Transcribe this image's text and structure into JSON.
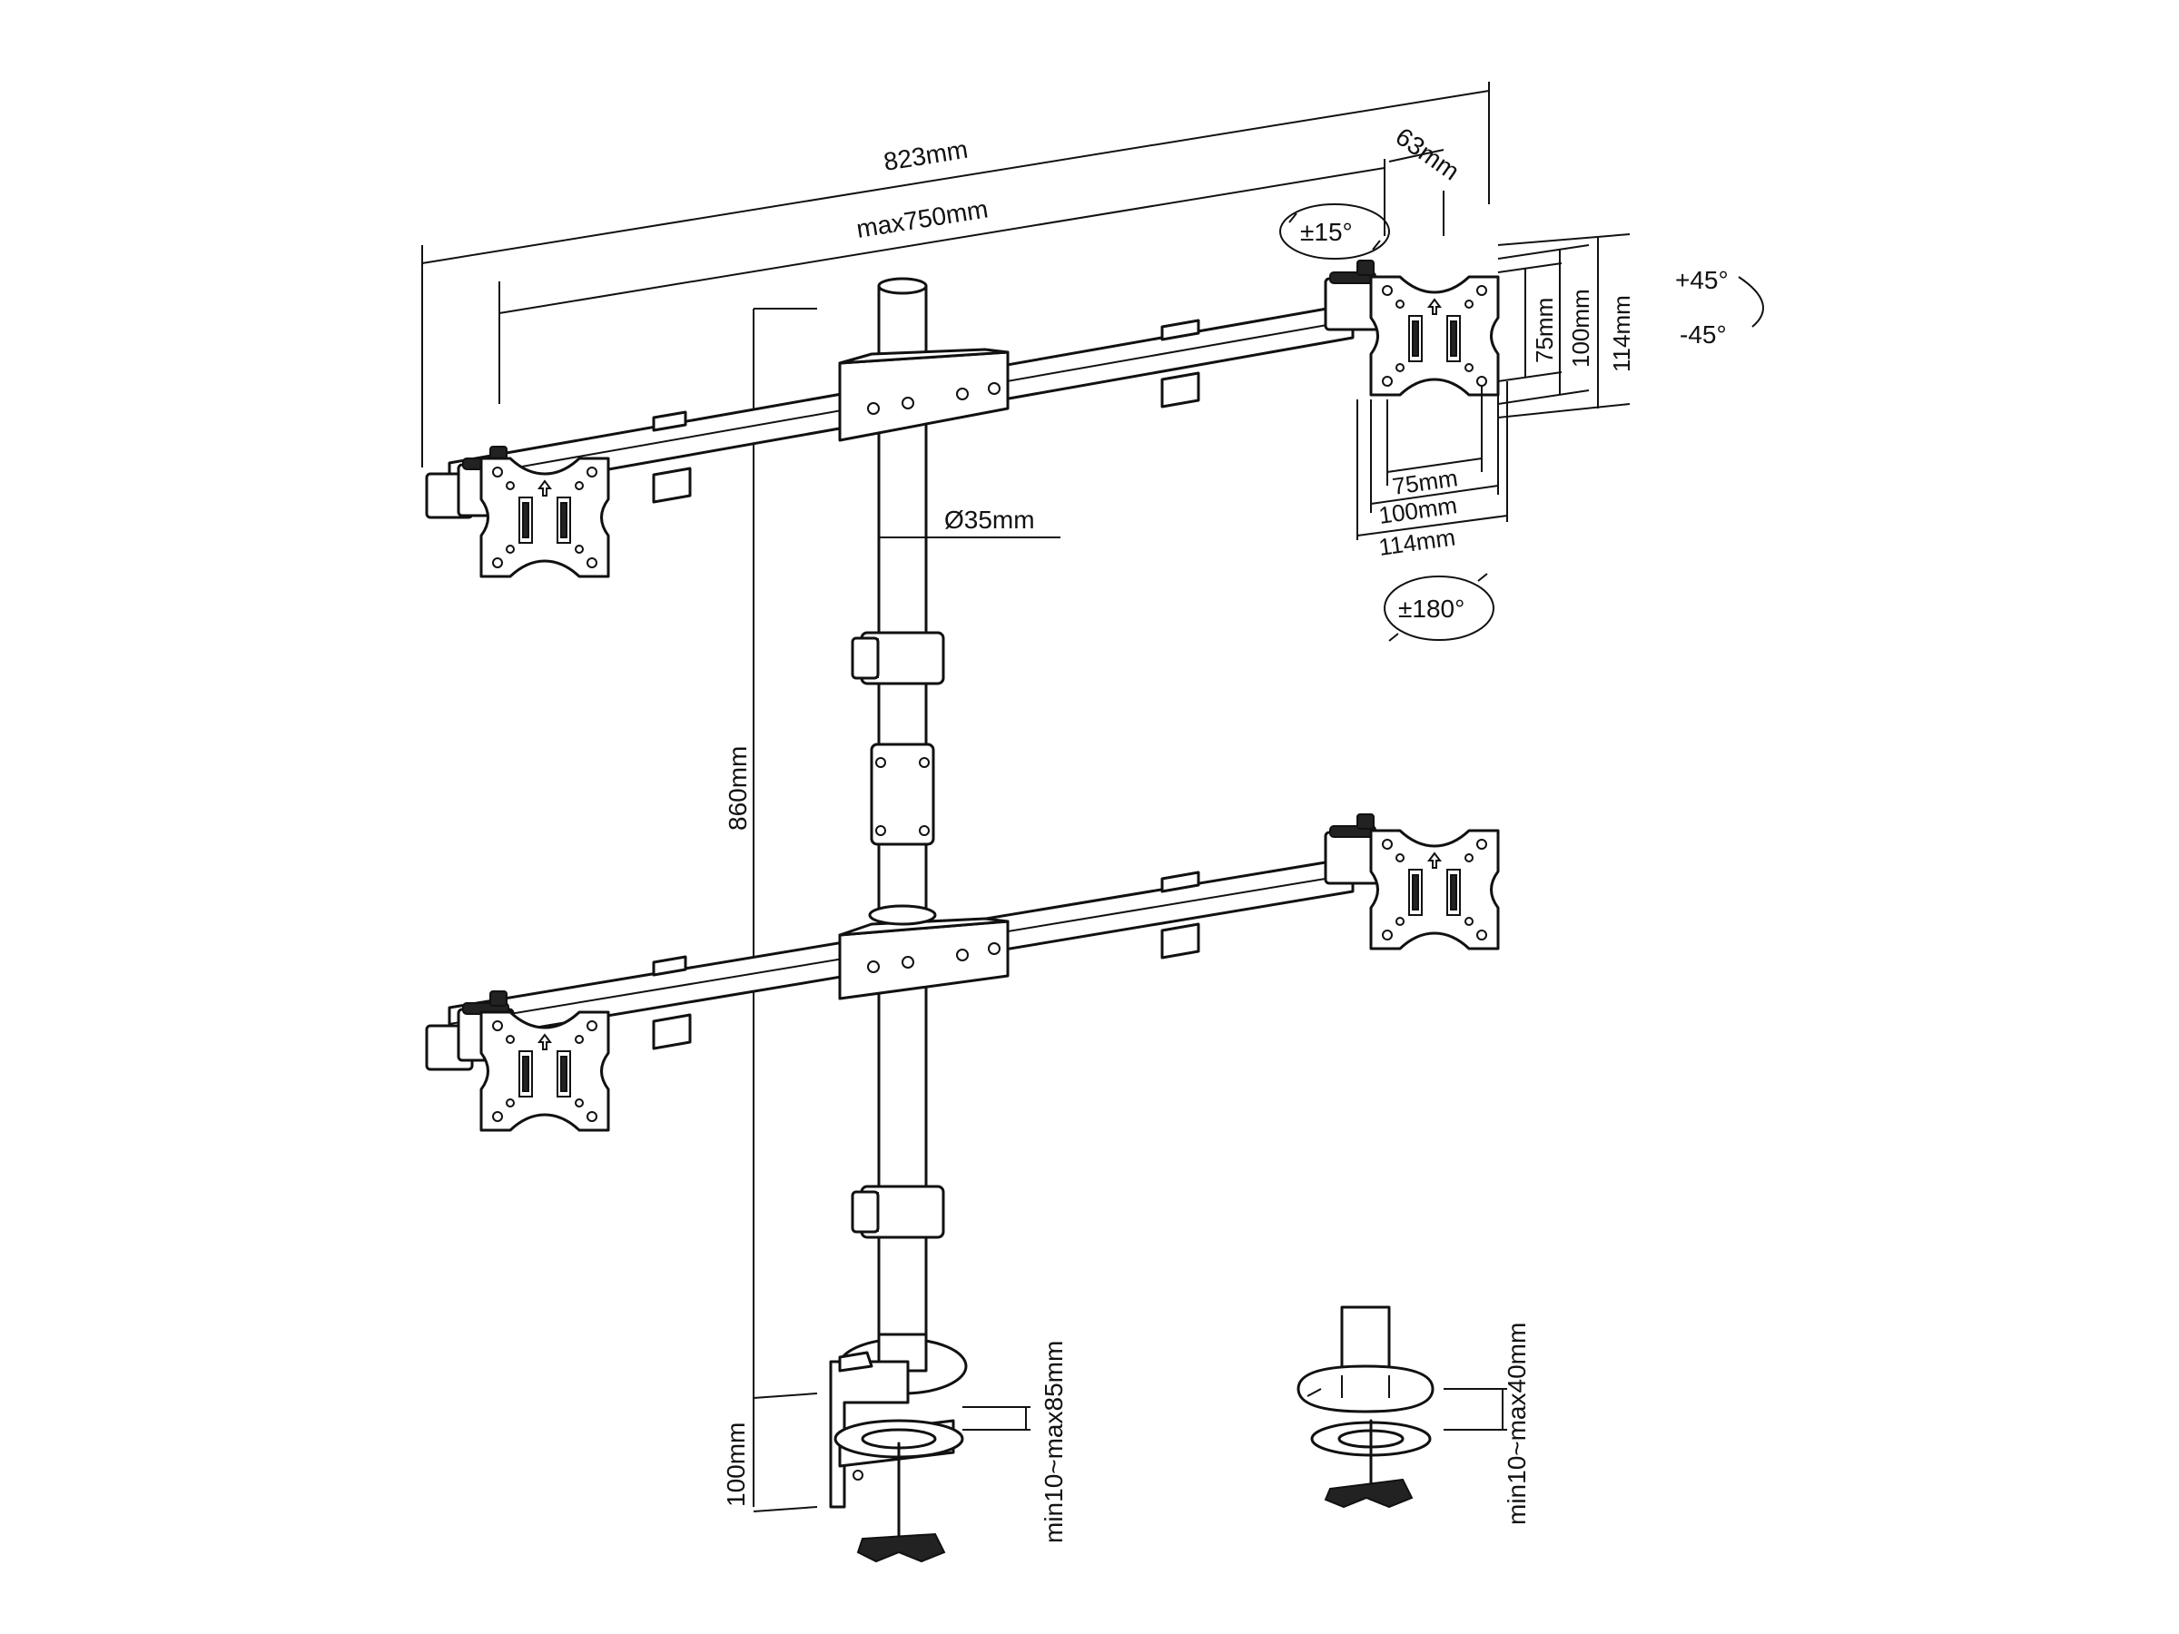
{
  "dimensions": {
    "total_width": "823mm",
    "max_width": "max750mm",
    "depth_offset": "63mm",
    "pole_diameter": "Ø35mm",
    "pole_height": "860mm",
    "clamp_height": "100mm",
    "clamp_range": "min10~max85mm",
    "grommet_range": "min10~max40mm"
  },
  "vesa": {
    "h_75": "75mm",
    "h_100": "100mm",
    "h_114": "114mm",
    "v_75": "75mm",
    "v_100": "100mm",
    "v_114": "114mm"
  },
  "rotation": {
    "swivel": "±15°",
    "tilt_up": "+45°",
    "tilt_down": "-45°",
    "rotate": "±180°"
  }
}
